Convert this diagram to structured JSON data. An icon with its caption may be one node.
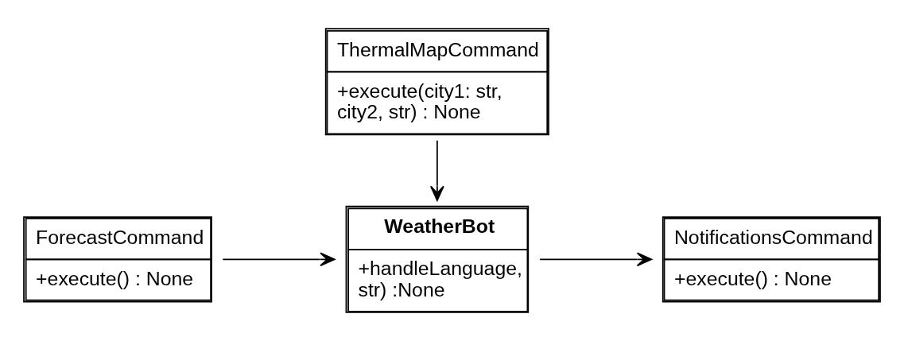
{
  "diagram": {
    "nodes": [
      {
        "text": [
          "ForecastCommand",
          "+execute() : None"
        ]
      },
      {
        "text": [
          "WeatherBot",
          "+handleLanguage, str) :None"
        ]
      },
      {
        "text": [
          "NotificationsCommand",
          "+execute() : None"
        ]
      },
      {
        "text": [
          "ThermalMapCommand",
          "+execute(city1: str, city2, str) : None"
        ]
      }
    ],
    "edges": [
      {
        "from": 0,
        "to": 1,
        "arrow": "to"
      },
      {
        "from": 1,
        "to": 2,
        "arrow": "to"
      },
      {
        "from": 3,
        "to": 1,
        "arrow": "to"
      }
    ]
  }
}
